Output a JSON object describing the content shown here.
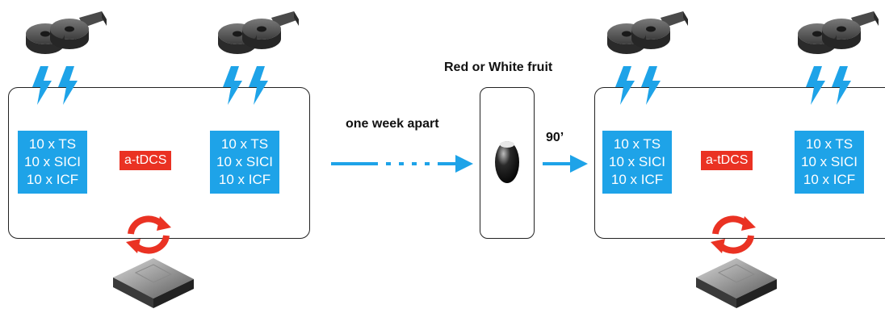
{
  "colors": {
    "blue": "#1ea3e8",
    "red": "#ea3223",
    "black": "#111111"
  },
  "icons": [
    "tms-coil-icon",
    "lightning-icon",
    "rotation-arrows-icon",
    "tdcs-device-icon",
    "arrow-icon",
    "fruit-icon"
  ],
  "session_before": {
    "left_block": [
      "10 x TS",
      "10 x SICI",
      "10 x ICF"
    ],
    "center_label": "a-tDCS",
    "right_block": [
      "10 x TS",
      "10 x SICI",
      "10 x ICF"
    ]
  },
  "transition": {
    "interval_label": "one week apart",
    "fruit_title": "Red or White fruit",
    "delay_label": "90’"
  },
  "session_after": {
    "left_block": [
      "10 x TS",
      "10 x SICI",
      "10 x ICF"
    ],
    "center_label": "a-tDCS",
    "right_block": [
      "10 x TS",
      "10 x SICI",
      "10 x ICF"
    ]
  }
}
